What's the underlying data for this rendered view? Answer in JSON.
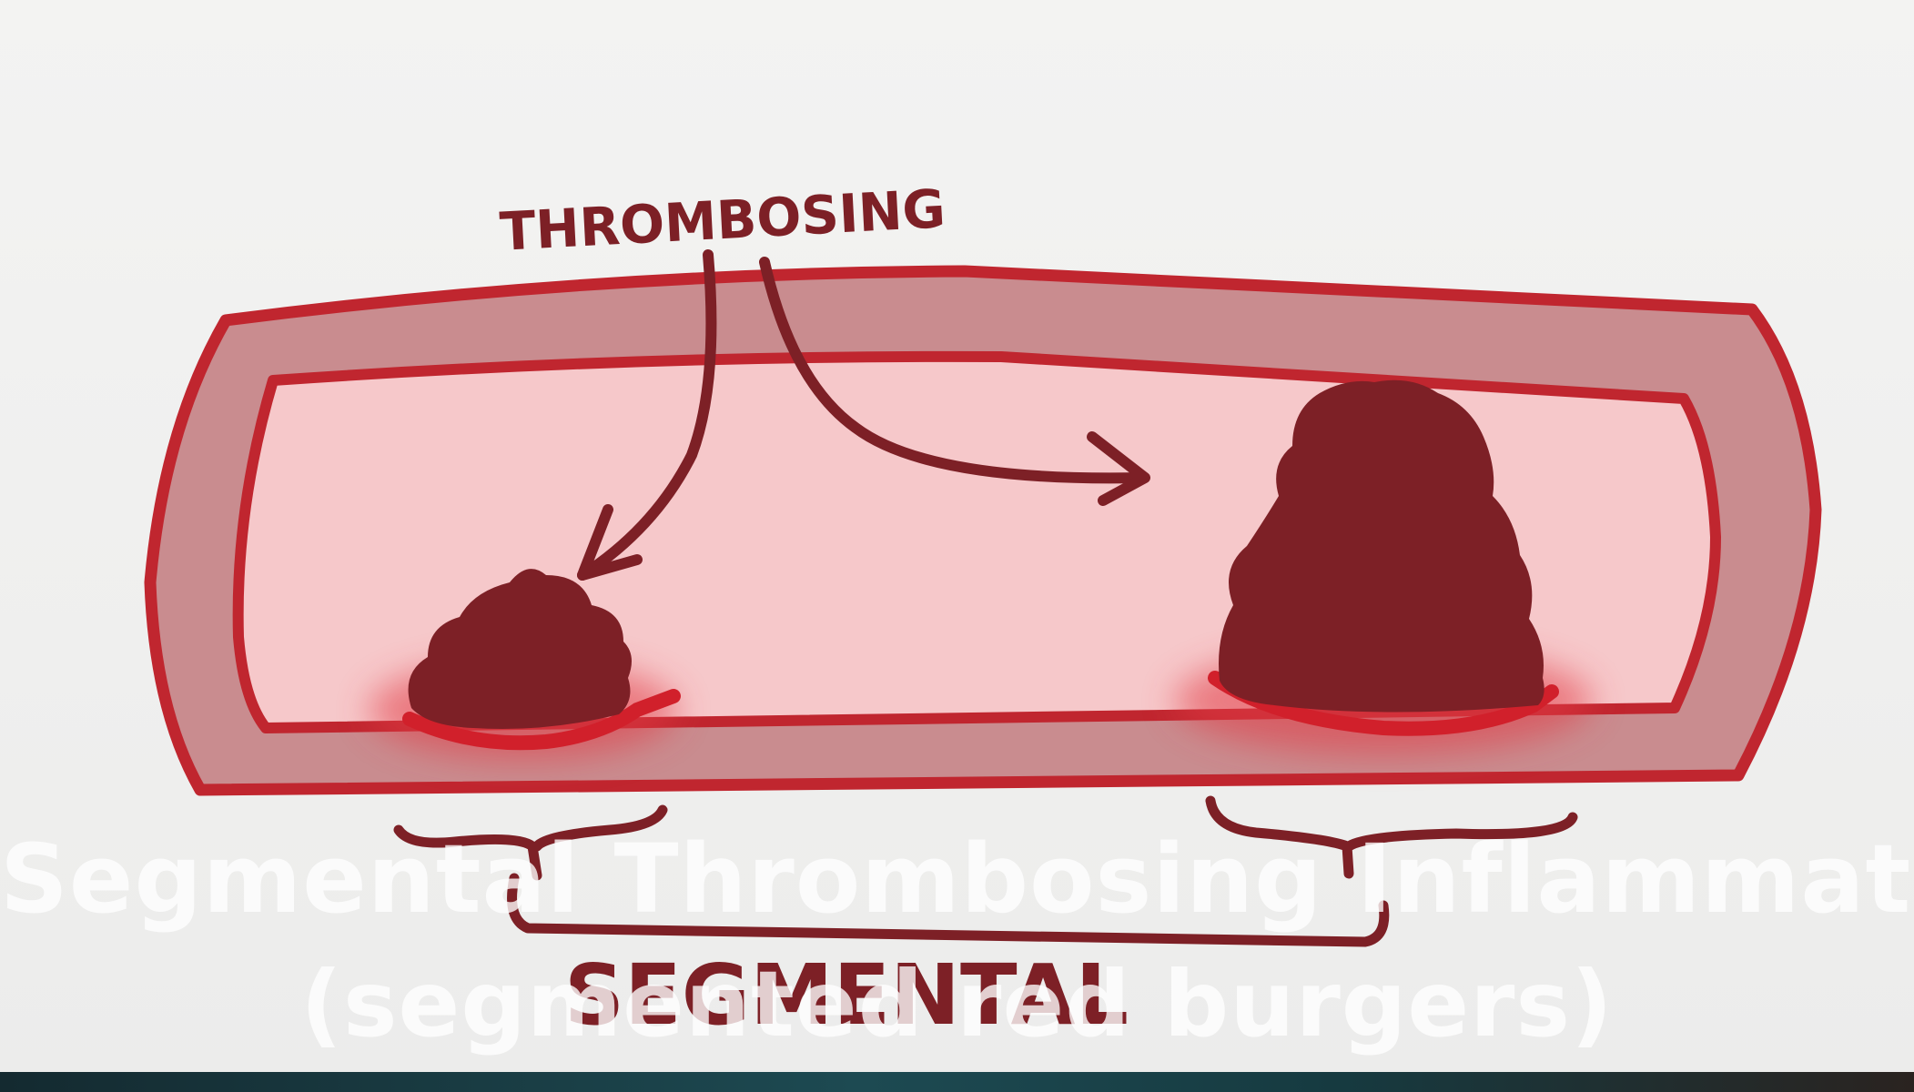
{
  "diagram": {
    "labels": {
      "top": "THROMBOSING",
      "bottom": "SEGMENTAL"
    },
    "caption": {
      "line1": "Segmental Thrombosing Inflammation",
      "line2": "(segmented red burgers)"
    }
  },
  "colors": {
    "vessel_outline": "#c0262f",
    "vessel_wall": "#c98c8f",
    "vessel_lumen": "#f6c8ca",
    "thrombus": "#7d2026",
    "ink": "#7d2026",
    "background": "#f1f1f0"
  }
}
